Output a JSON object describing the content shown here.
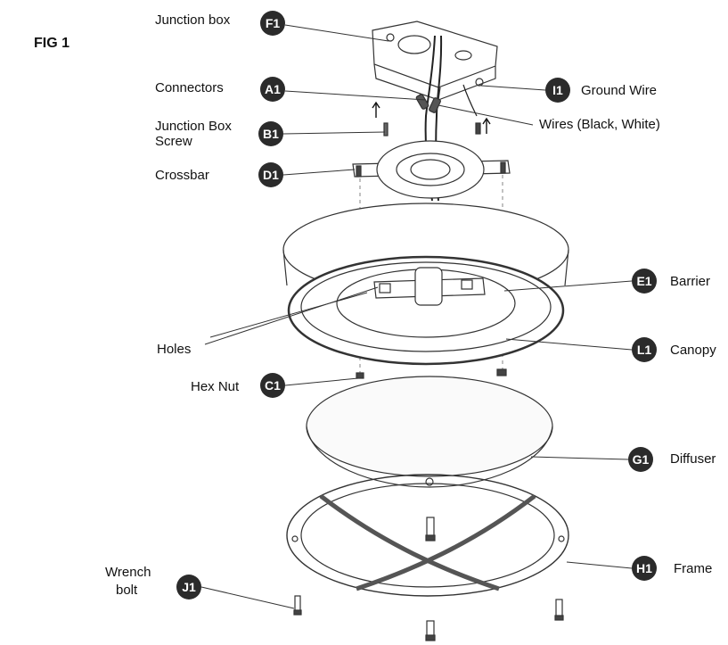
{
  "figure_label": "FIG 1",
  "parts": {
    "junction_box": {
      "code": "F1",
      "name": "Junction box"
    },
    "connectors": {
      "code": "A1",
      "name": "Connectors"
    },
    "junction_box_screw": {
      "code": "B1",
      "name": "Junction Box Screw",
      "name_lines": [
        "Junction Box",
        "Screw"
      ]
    },
    "crossbar": {
      "code": "D1",
      "name": "Crossbar"
    },
    "ground_wire": {
      "code": "I1",
      "name": "Ground Wire"
    },
    "wires": {
      "name": "Wires (Black, White)"
    },
    "barrier": {
      "code": "E1",
      "name": "Barrier"
    },
    "holes": {
      "name": "Holes"
    },
    "canopy": {
      "code": "L1",
      "name": "Canopy"
    },
    "hex_nut": {
      "code": "C1",
      "name": "Hex Nut"
    },
    "diffuser": {
      "code": "G1",
      "name": "Diffuser"
    },
    "frame": {
      "code": "H1",
      "name": "Frame"
    },
    "wrench_bolt": {
      "code": "J1",
      "name": "Wrench bolt",
      "name_lines": [
        "Wrench",
        "bolt"
      ]
    }
  }
}
